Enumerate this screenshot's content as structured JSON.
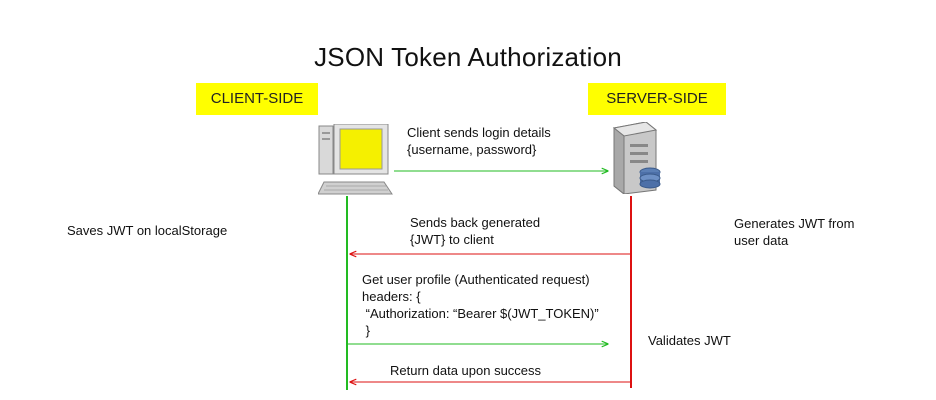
{
  "title": "JSON Token Authorization",
  "client_label": "CLIENT-SIDE",
  "server_label": "SERVER-SIDE",
  "client_note": "Saves JWT on localStorage",
  "server_note": "Generates JWT from\nuser data",
  "validate_note": "Validates JWT",
  "messages": [
    {
      "text": "Client sends login details\n{username, password}",
      "direction": "to-server",
      "color": "#22bb22"
    },
    {
      "text": "Sends back generated\n{JWT} to client",
      "direction": "to-client",
      "color": "#dd1111"
    },
    {
      "text": "Get user profile (Authenticated request)\nheaders: {\n “Authorization: “Bearer $(JWT_TOKEN)”\n }",
      "direction": "to-server",
      "color": "#22bb22"
    },
    {
      "text": "Return data upon success",
      "direction": "to-client",
      "color": "#dd1111"
    }
  ],
  "colors": {
    "tag_bg": "#ffff00",
    "client_line": "#22bb22",
    "server_line": "#dd1111"
  },
  "icons": {
    "client": "desktop-computer-icon",
    "server": "server-tower-icon"
  }
}
